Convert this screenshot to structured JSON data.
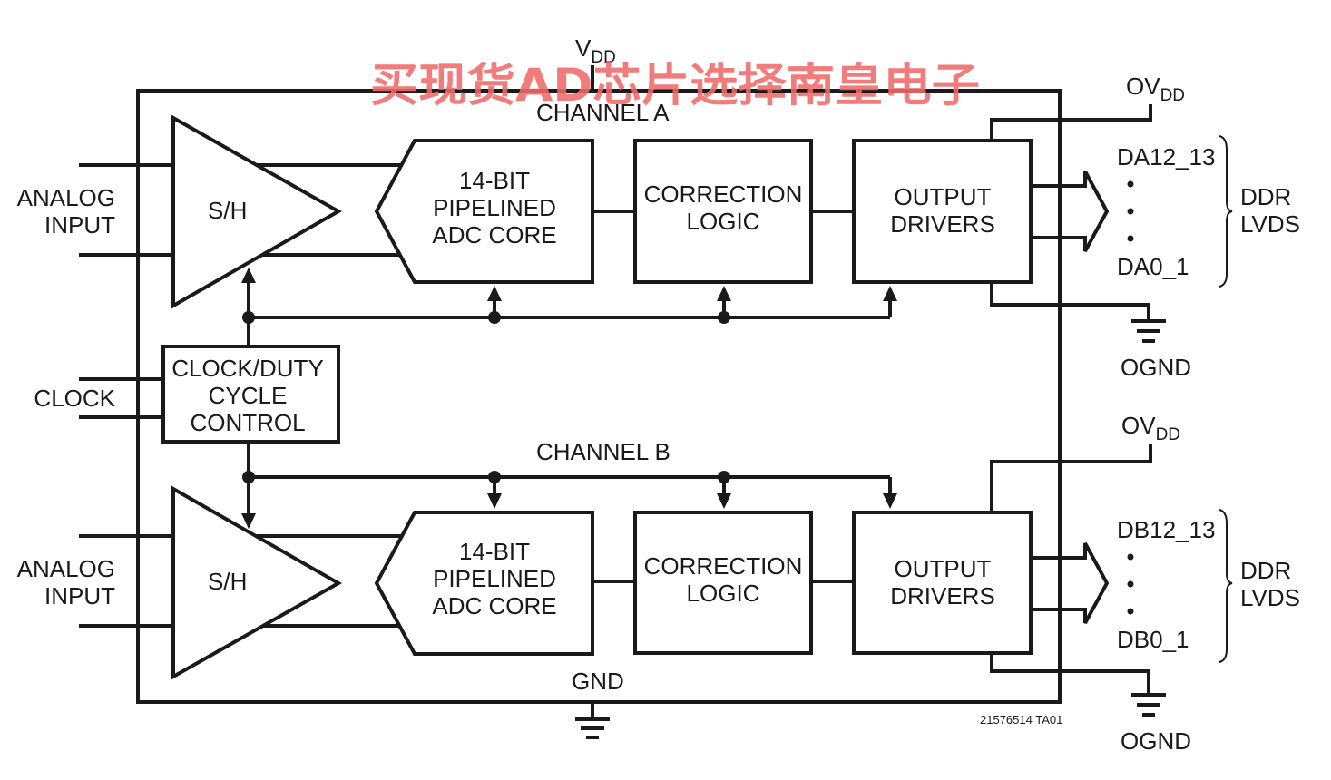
{
  "supply": {
    "vdd": "V",
    "vdd_sub": "DD",
    "ovdd": "OV",
    "ovdd_sub": "DD",
    "gnd": "GND",
    "ognd": "OGND"
  },
  "watermark": "买现货AD芯片选择南皇电子",
  "part_code": "21576514 TA01",
  "clock": {
    "pin": "CLOCK",
    "block": [
      "CLOCK/DUTY",
      "CYCLE",
      "CONTROL"
    ]
  },
  "channel_a": {
    "title": "CHANNEL A",
    "input": [
      "ANALOG",
      "INPUT"
    ],
    "sh": "S/H",
    "adc": [
      "14-BIT",
      "PIPELINED",
      "ADC CORE"
    ],
    "correction": [
      "CORRECTION",
      "LOGIC"
    ],
    "drivers": [
      "OUTPUT",
      "DRIVERS"
    ],
    "out_top": "DA12_13",
    "out_bottom": "DA0_1",
    "bus_type": [
      "DDR",
      "LVDS"
    ]
  },
  "channel_b": {
    "title": "CHANNEL B",
    "input": [
      "ANALOG",
      "INPUT"
    ],
    "sh": "S/H",
    "adc": [
      "14-BIT",
      "PIPELINED",
      "ADC CORE"
    ],
    "correction": [
      "CORRECTION",
      "LOGIC"
    ],
    "drivers": [
      "OUTPUT",
      "DRIVERS"
    ],
    "out_top": "DB12_13",
    "out_bottom": "DB0_1",
    "bus_type": [
      "DDR",
      "LVDS"
    ]
  }
}
